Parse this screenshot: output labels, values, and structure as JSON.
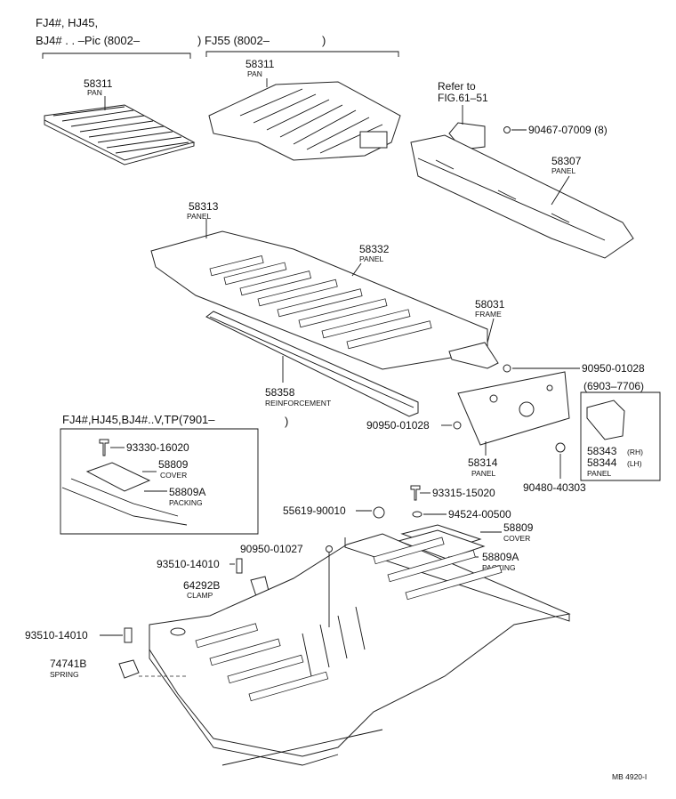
{
  "headers": {
    "variant_a_line1": "FJ4#, HJ45,",
    "variant_a_line2": "BJ4# . . –Pic (8002–",
    "variant_b": ") FJ55 (8002–",
    "variant_b_close": ")",
    "inset_line1": "FJ4#,HJ45,BJ4#..V,TP(7901–",
    "inset_close": ")",
    "range_box": "(6903–7706)"
  },
  "callouts": {
    "pan_a": {
      "number": "58311",
      "name": "PAN"
    },
    "pan_b": {
      "number": "58311",
      "name": "PAN"
    },
    "refer_line1": "Refer  to",
    "refer_line2": "FIG.61–51",
    "bolt_top": "90467-07009 (8)",
    "panel_58307": {
      "number": "58307",
      "name": "PANEL"
    },
    "panel_58313": {
      "number": "58313",
      "name": "PANEL"
    },
    "panel_58332": {
      "number": "58332",
      "name": "PANEL"
    },
    "frame_58031": {
      "number": "58031",
      "name": "FRAME"
    },
    "reinf_58358": {
      "number": "58358",
      "name": "REINFORCEMENT"
    },
    "nut_right": "90950-01028",
    "nut_left": "90950-01028",
    "panel_58314": {
      "number": "58314",
      "name": "PANEL"
    },
    "panel_58343": {
      "number": "58343",
      "suffix": "(RH)"
    },
    "panel_58344": {
      "number": "58344",
      "suffix": "(LH)",
      "name": "PANEL"
    },
    "grommet": "90480-40303",
    "inset_screw": "93330-16020",
    "inset_cover": {
      "number": "58809",
      "name": "COVER"
    },
    "inset_packing": {
      "number": "58809A",
      "name": "PACKING"
    },
    "screw_93315": "93315-15020",
    "plug_55619": "55619-90010",
    "washer_94524": "94524-00500",
    "cover_58809": {
      "number": "58809",
      "name": "COVER"
    },
    "packing_58809a": {
      "number": "58809A",
      "name": "PACKING"
    },
    "nut_90950_01027": "90950-01027",
    "screw_93510_a": "93510-14010",
    "clamp_64292b": {
      "number": "64292B",
      "name": "CLAMP"
    },
    "screw_93510_b": "93510-14010",
    "spring_74741b": {
      "number": "74741B",
      "name": "SPRING"
    }
  },
  "footer": {
    "code": "MB  4920-I"
  }
}
